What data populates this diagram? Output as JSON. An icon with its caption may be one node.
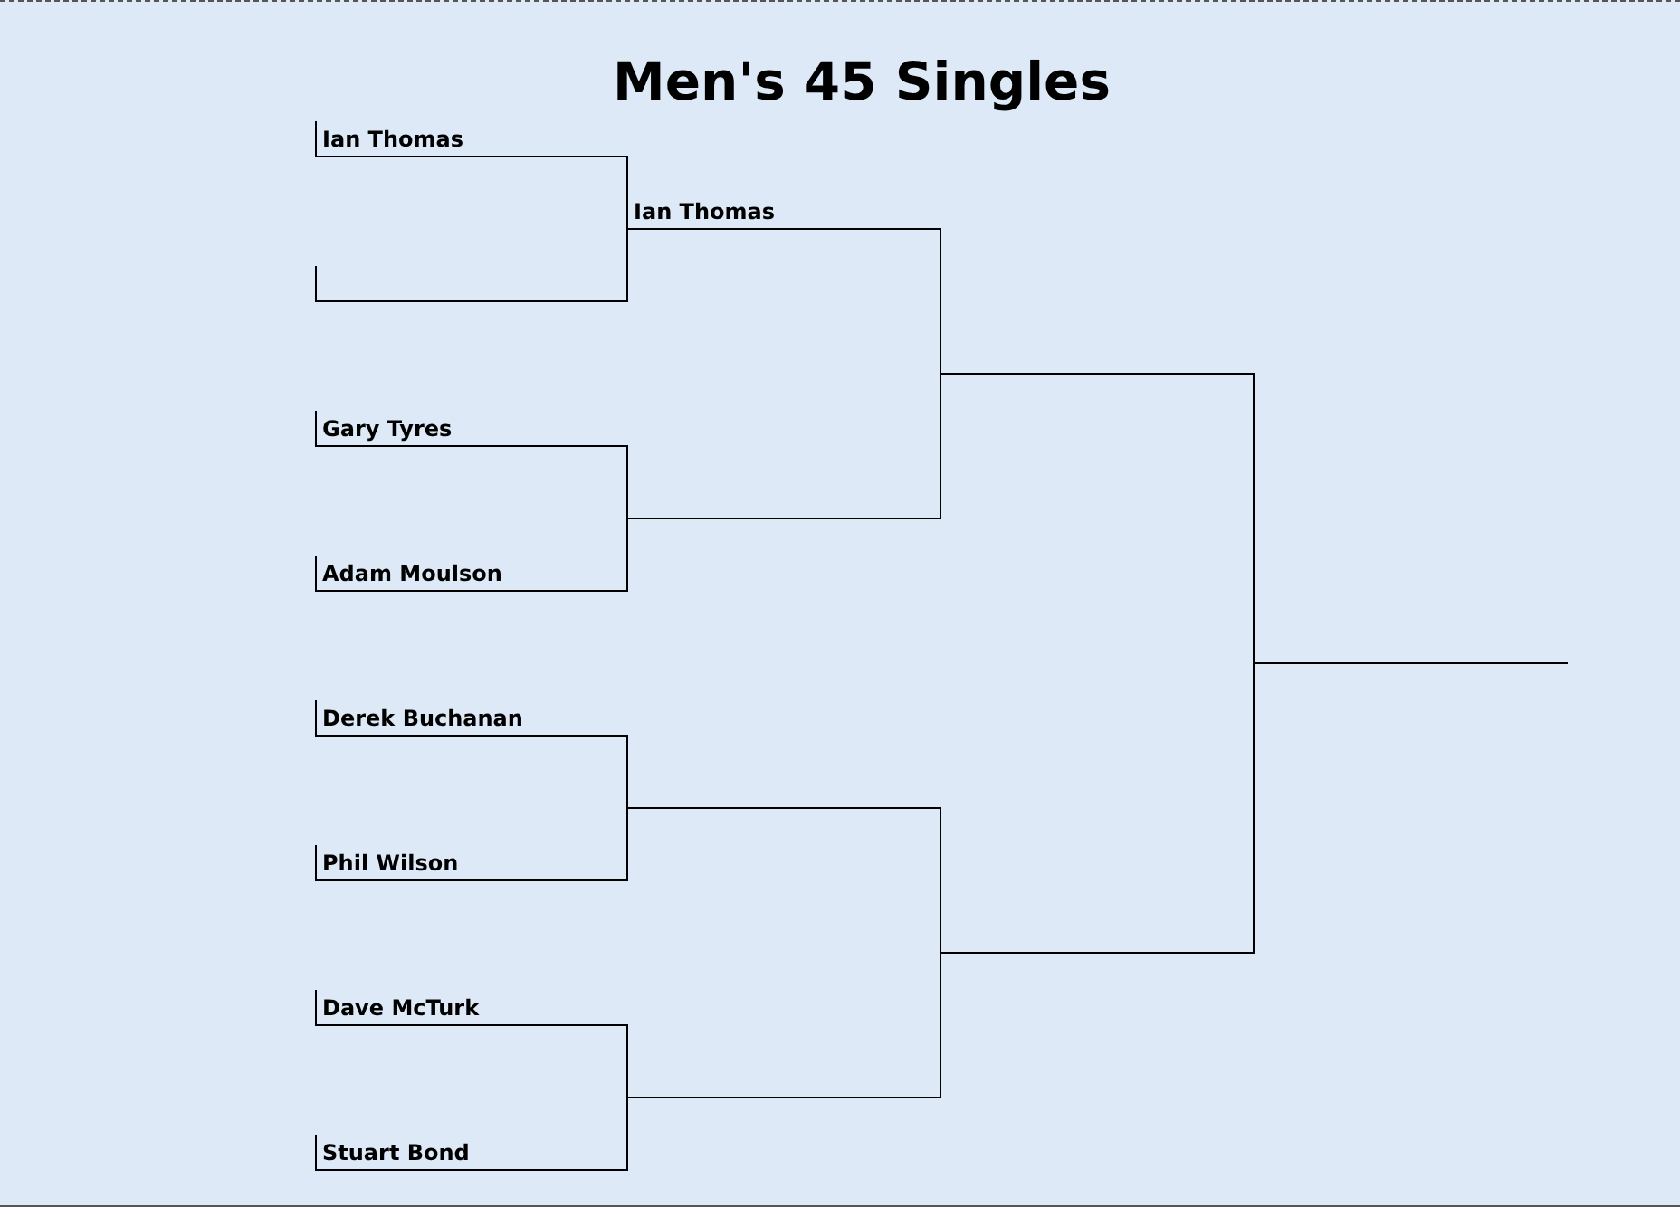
{
  "diagram": {
    "title": "Men's 45 Singles",
    "nodes": [
      {
        "text": [
          "Ian Thomas"
        ]
      },
      {
        "text": [],
        "shape": "bar"
      },
      {
        "text": [
          "Gary Tyres"
        ]
      },
      {
        "text": [
          "Adam Moulson"
        ]
      },
      {
        "text": [
          "Derek Buchanan"
        ]
      },
      {
        "text": [
          "Phil Wilson"
        ]
      },
      {
        "text": [
          "Dave McTurk"
        ]
      },
      {
        "text": [
          "Stuart Bond"
        ]
      },
      {
        "text": [
          "Ian Thomas"
        ]
      },
      {
        "text": [],
        "shape": "bar"
      },
      {
        "text": [],
        "shape": "bar"
      },
      {
        "text": [],
        "shape": "bar"
      },
      {
        "text": [],
        "shape": "bar"
      },
      {
        "text": [],
        "shape": "bar"
      },
      {
        "text": [],
        "shape": "bar"
      }
    ],
    "edges": [
      {
        "from": 0,
        "to": 8,
        "arrow": "none"
      },
      {
        "from": 1,
        "to": 8,
        "arrow": "none"
      },
      {
        "from": 2,
        "to": 9,
        "arrow": "none"
      },
      {
        "from": 3,
        "to": 9,
        "arrow": "none"
      },
      {
        "from": 4,
        "to": 10,
        "arrow": "none"
      },
      {
        "from": 5,
        "to": 10,
        "arrow": "none"
      },
      {
        "from": 6,
        "to": 11,
        "arrow": "none"
      },
      {
        "from": 7,
        "to": 11,
        "arrow": "none"
      },
      {
        "from": 8,
        "to": 12,
        "arrow": "none"
      },
      {
        "from": 9,
        "to": 12,
        "arrow": "none"
      },
      {
        "from": 10,
        "to": 13,
        "arrow": "none"
      },
      {
        "from": 11,
        "to": 13,
        "arrow": "none"
      },
      {
        "from": 12,
        "to": 14,
        "arrow": "none"
      },
      {
        "from": 13,
        "to": 14,
        "arrow": "none"
      }
    ]
  }
}
